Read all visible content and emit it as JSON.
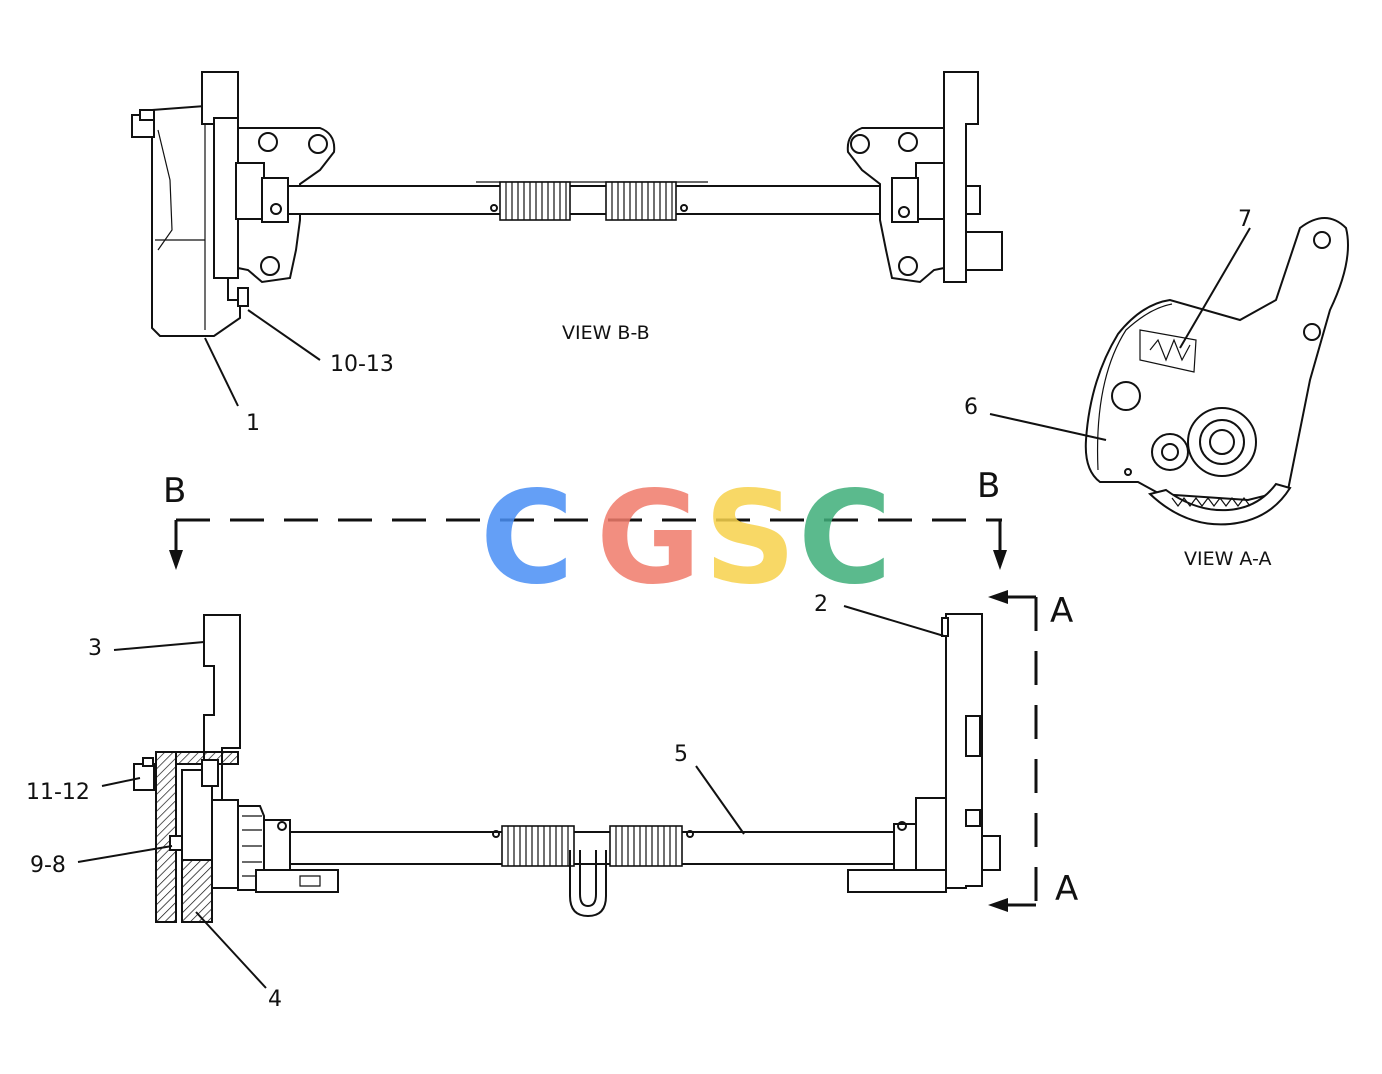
{
  "watermark": {
    "letters": [
      "C",
      "G",
      "S",
      "C"
    ],
    "colors": [
      "#4a8ff5",
      "#f07b6b",
      "#f7d24c",
      "#3fae7a"
    ]
  },
  "views": {
    "bb_title": "VIEW B-B",
    "aa_title": "VIEW A-A"
  },
  "section_marks": {
    "b_left": "B",
    "b_right": "B",
    "a_top": "A",
    "a_bottom": "A"
  },
  "callouts": {
    "c1": "1",
    "c2": "2",
    "c3": "3",
    "c4": "4",
    "c5": "5",
    "c6": "6",
    "c7": "7",
    "c9_8": "9-8",
    "c10_13": "10-13",
    "c11_12": "11-12"
  }
}
